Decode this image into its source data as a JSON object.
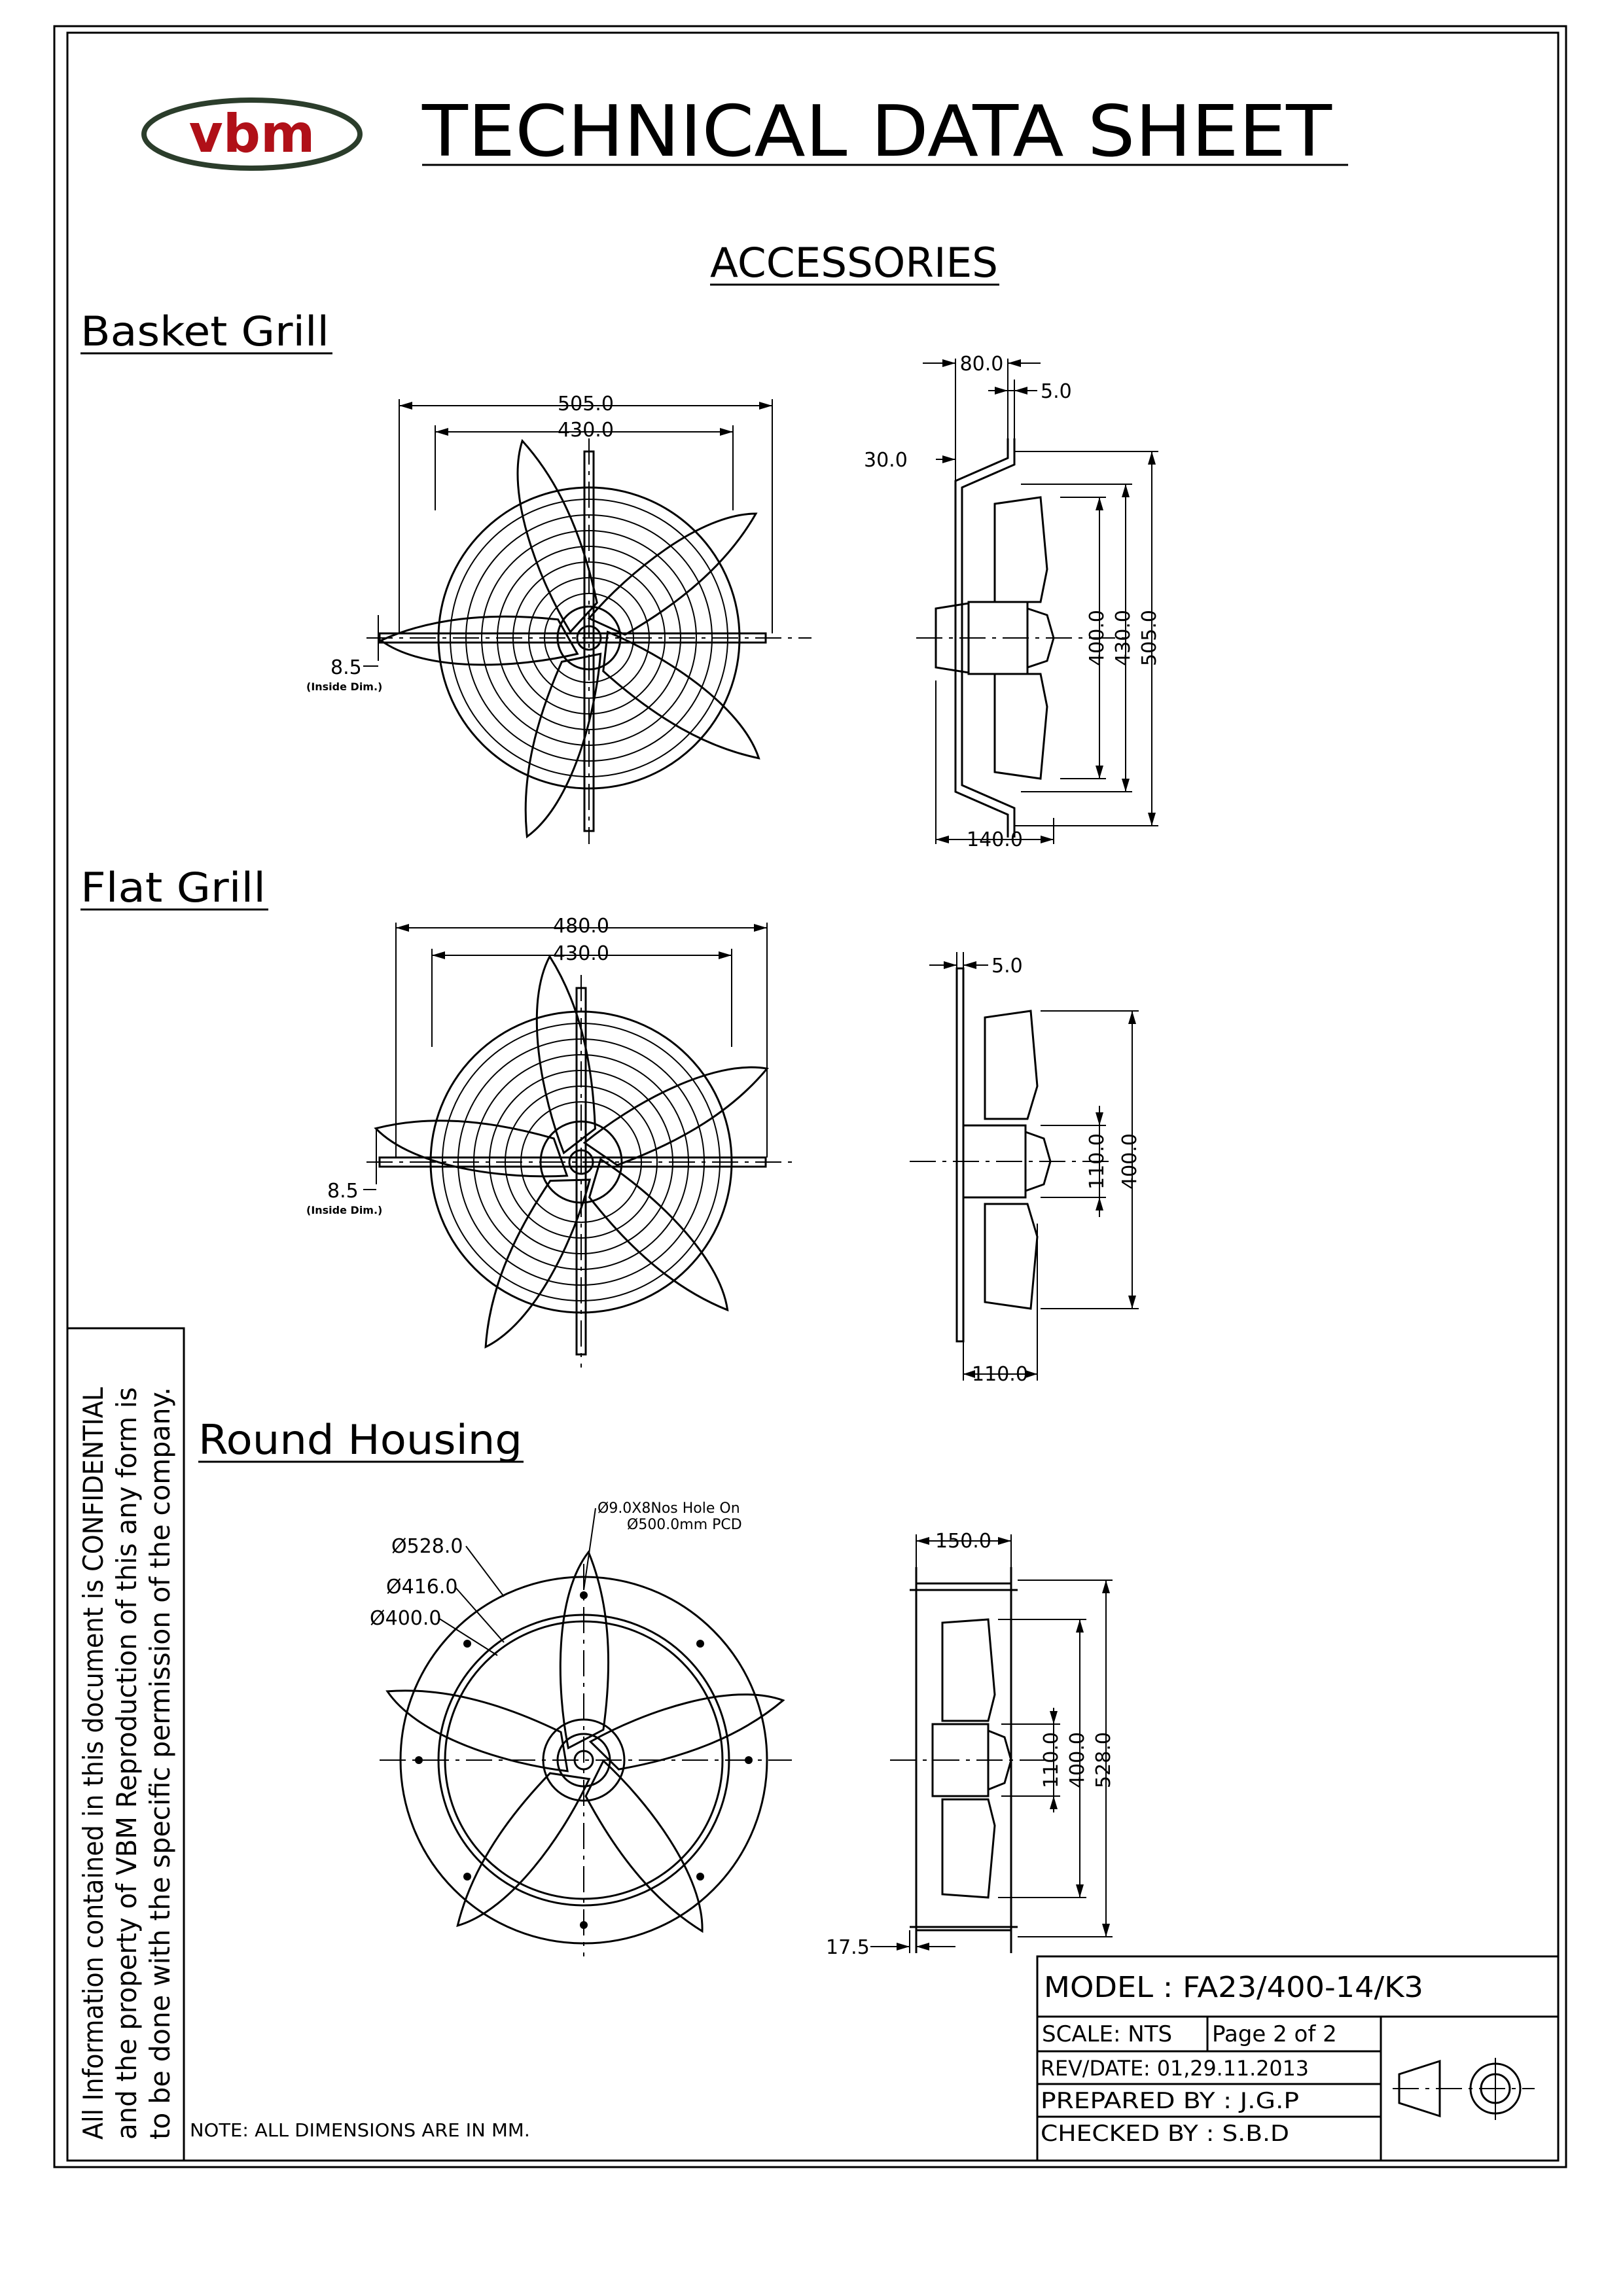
{
  "brand": {
    "logo_text": "vbm",
    "logo_color": "#b01018",
    "logo_outline": "#2b3d2b"
  },
  "header": {
    "title": "TECHNICAL DATA SHEET",
    "subtitle": "ACCESSORIES"
  },
  "sections": {
    "basket_grill": {
      "heading": "Basket Grill",
      "front": {
        "d_outer": "505.0",
        "d_inner": "430.0",
        "slot": "8.5",
        "slot_note": "(Inside Dim.)"
      },
      "side": {
        "top_width": "80.0",
        "lip": "5.0",
        "offset": "30.0",
        "h1": "400.0",
        "h2": "430.0",
        "h3": "505.0",
        "depth": "140.0"
      }
    },
    "flat_grill": {
      "heading": "Flat Grill",
      "front": {
        "d_outer": "480.0",
        "d_inner": "430.0",
        "slot": "8.5",
        "slot_note": "(Inside Dim.)"
      },
      "side": {
        "lip": "5.0",
        "hub": "110.0",
        "h": "400.0",
        "depth": "110.0"
      }
    },
    "round_housing": {
      "heading": "Round Housing",
      "front": {
        "d1": "Ø528.0",
        "d2": "Ø416.0",
        "d3": "Ø400.0",
        "hole_note_1": "Ø9.0X8Nos Hole On",
        "hole_note_2": "Ø500.0mm PCD"
      },
      "side": {
        "width": "150.0",
        "hub": "110.0",
        "h1": "400.0",
        "h2": "528.0",
        "flange": "17.5"
      }
    }
  },
  "confidential": {
    "line1": "All Information contained in this document is CONFIDENTIAL",
    "line2": "and the property of VBM Reproduction of this any form is",
    "line3": "to be done with the specific permission of the company."
  },
  "note": "NOTE: ALL DIMENSIONS ARE IN MM.",
  "title_block": {
    "model": "MODEL :  FA23/400-14/K3",
    "scale": "SCALE:  NTS",
    "page": "Page  2  of  2",
    "rev": "REV/DATE: 01,29.11.2013",
    "prepared": "PREPARED  BY :  J.G.P",
    "checked": "CHECKED  BY :  S.B.D"
  }
}
